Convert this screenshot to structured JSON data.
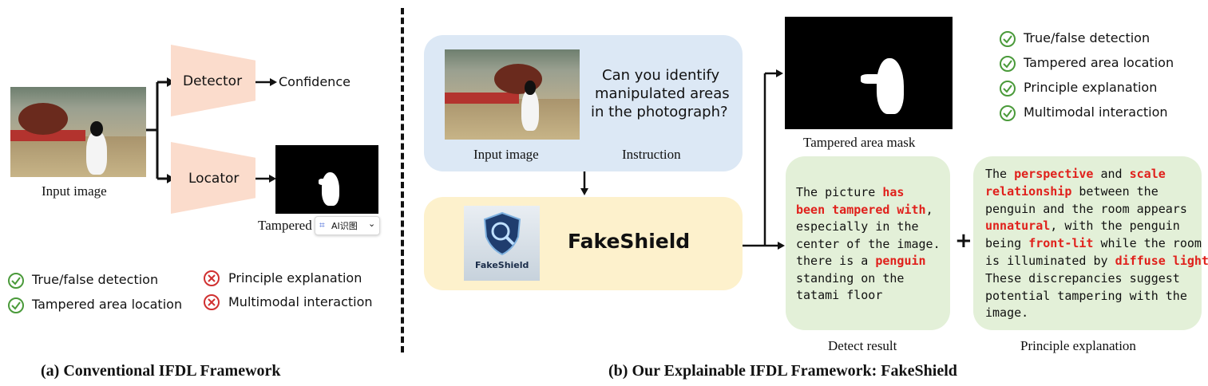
{
  "left": {
    "input_label": "Input image",
    "detector_label": "Detector",
    "confidence_label": "Confidence",
    "locator_label": "Locator",
    "mask_label": "Tampered area mask",
    "overlay_badge": "AI识图",
    "checks_ok": [
      "True/false detection",
      "Tampered area location"
    ],
    "checks_bad": [
      "Principle explanation",
      "Multimodal interaction"
    ],
    "caption": "(a) Conventional IFDL Framework"
  },
  "right": {
    "question": [
      "Can you identify",
      "manipulated areas",
      "in the photograph?"
    ],
    "input_label": "Input image",
    "instruction_label": "Instruction",
    "model_name": "FakeShield",
    "logo_text": "FakeShield",
    "mask_label": "Tampered area mask",
    "checks_ok": [
      "True/false detection",
      "Tampered area location",
      "Principle explanation",
      "Multimodal interaction"
    ],
    "detect_result": {
      "lines": [
        [
          {
            "t": "The picture "
          },
          {
            "t": "has",
            "r": true
          }
        ],
        [
          {
            "t": "been tampered with",
            "r": true
          },
          {
            "t": ","
          }
        ],
        [
          {
            "t": "especially in the"
          }
        ],
        [
          {
            "t": "center of the image."
          }
        ],
        [
          {
            "t": "there is a "
          },
          {
            "t": "penguin",
            "r": true
          }
        ],
        [
          {
            "t": "standing on the"
          }
        ],
        [
          {
            "t": "tatami floor"
          }
        ]
      ],
      "label": "Detect result"
    },
    "plus": "+",
    "principle": {
      "lines": [
        [
          {
            "t": "The "
          },
          {
            "t": "perspective",
            "r": true
          },
          {
            "t": " and "
          },
          {
            "t": "scale",
            "r": true
          }
        ],
        [
          {
            "t": "relationship",
            "r": true
          },
          {
            "t": " between the"
          }
        ],
        [
          {
            "t": "penguin and the room appears"
          }
        ],
        [
          {
            "t": "unnatural",
            "r": true
          },
          {
            "t": ", with the penguin"
          }
        ],
        [
          {
            "t": "being "
          },
          {
            "t": "front-lit",
            "r": true
          },
          {
            "t": " while the room"
          }
        ],
        [
          {
            "t": "is illuminated by "
          },
          {
            "t": "diffuse light",
            "r": true
          },
          {
            "t": "."
          }
        ],
        [
          {
            "t": "These discrepancies suggest"
          }
        ],
        [
          {
            "t": "potential tampering with the"
          }
        ],
        [
          {
            "t": "image."
          }
        ]
      ],
      "label": "Principle explanation"
    },
    "caption": "(b) Our Explainable IFDL Framework: FakeShield"
  },
  "colors": {
    "check_green": "#4a9a3a",
    "x_red": "#d03030",
    "highlight_red": "#e0201b",
    "blue_card": "#dce8f5",
    "yellow_card": "#fdf1cc",
    "green_card": "#e3f0d8",
    "trap": "#fbdccc"
  }
}
